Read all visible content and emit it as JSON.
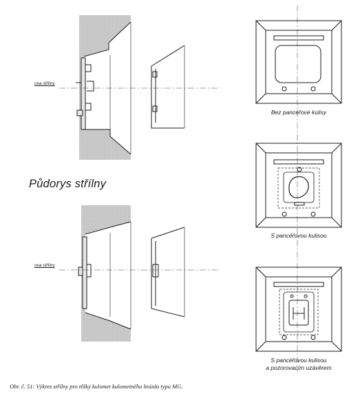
{
  "labels": {
    "axis_top": "osa střílny",
    "axis_bottom": "osa střílny",
    "section_heading": "Půdorys střílny",
    "caption_1": "Bez pancéřové kulisy",
    "caption_2": "S pancéřovou kulisou",
    "caption_3_line1": "S pancéřovou kulisou",
    "caption_3_line2": "a pozorovacím uzávěrem",
    "figure_caption": "Obr. č. 51: Výkres střílny pro těžký kulomet kulometného hnízda typu MG."
  },
  "colors": {
    "ink": "#1a1a1a",
    "wall_fill": "#c9c9c9",
    "background": "#ffffff"
  }
}
